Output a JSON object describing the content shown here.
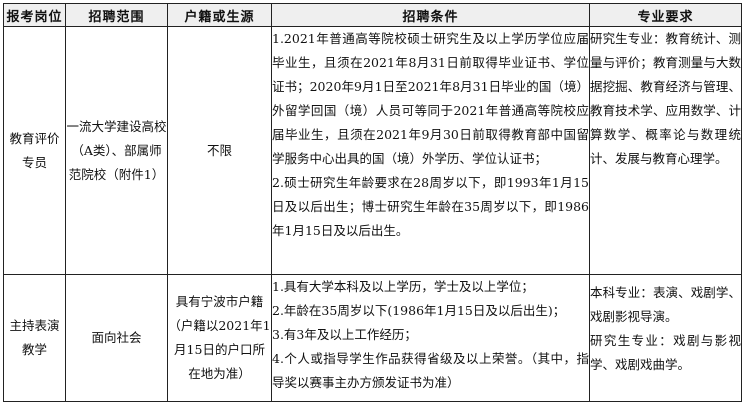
{
  "headers": [
    "报考岗位",
    "招聘范围",
    "户籍或生源",
    "招聘条件",
    "专业要求"
  ],
  "rows": [
    {
      "position": "教育评价专员",
      "scope": "一流大学建设高校（A类）、部属师范院校（附件1）",
      "hukou": "不限",
      "conditions": [
        "1.2021年普通高等院校硕士研究生及以上学历学位应届毕业生，且须在2021年8月31日前取得毕业证书、学位证书；2020年9月1日至2021年8月31日毕业的国（境）外留学回国（境）人员可等同于2021年普通高等院校应届毕业生，且须在2021年9月30日前取得教育部中国留学服务中心出具的国（境）外学历、学位认证书；",
        "2.硕士研究生年龄要求在28周岁以下，即1993年1月15日及以后出生；博士研究生年龄在35周岁以下，即1986年1月15日及以后出生。"
      ],
      "major": [
        "研究生专业：教育统计、测量与评价；教育测量与大数据挖掘、教育经济与管理、教育技术学、应用数学、计算数学、概率论与数理统计、发展与教育心理学。"
      ]
    },
    {
      "position": "主持表演教学",
      "scope": "面向社会",
      "hukou": "具有宁波市户籍（户籍以2021年1月15日的户口所在地为准）",
      "conditions": [
        "1.具有大学本科及以上学历，学士及以上学位；",
        "2.年龄在35周岁以下(1986年1月15日及以后出生)；",
        "3.有3年及以上工作经历；",
        "4.个人或指导学生作品获得省级及以上荣誉。（其中，指导奖以赛事主办方颁发证书为准）"
      ],
      "major": [
        "本科专业：表演、戏剧学、戏剧影视导演。",
        "研究生专业：戏剧与影视学、戏剧戏曲学。"
      ]
    }
  ]
}
